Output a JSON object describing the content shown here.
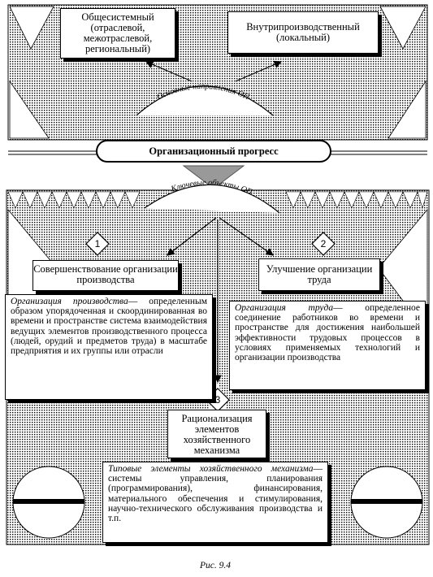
{
  "top_boxes": {
    "general": "Общесистемный (отраслевой, межотраслевой, региональный)",
    "internal": "Внутрипроизводственный (локальный)"
  },
  "arc_top": "Основные направления ОП",
  "center": "Организационный прогресс",
  "arc_mid": "Ключевые объекты ОП",
  "nodes": [
    {
      "number": "1",
      "label": "Совершенствование организации производства"
    },
    {
      "number": "2",
      "label": "Улучшение организации труда"
    },
    {
      "number": "3",
      "label": "Рационализация элементов хозяйственного механизма"
    }
  ],
  "descriptions": {
    "production": {
      "term": "Организация производства",
      "text": "определенным образом упорядоченная и скоординированная во времени и пространстве система взаимодействия ведущих элементов производственного процесса (людей, орудий и предметов труда) в масштабе предприятия и их группы или отрасли"
    },
    "labor": {
      "term": "Организация труда",
      "text": "определенное соединение работников во времени и пространстве для достижения наибольшей эффективности трудовых процессов в условиях применяемых технологий и организации производства"
    },
    "mechanism": {
      "term": "Типовые элементы хозяйственного механизма",
      "text": "системы управления, планирования (программирования), финансирования, материального обеспечения и стимулирования, научно-технического обслуживания производства и т.п."
    }
  },
  "caption": "Рис. 9.4"
}
